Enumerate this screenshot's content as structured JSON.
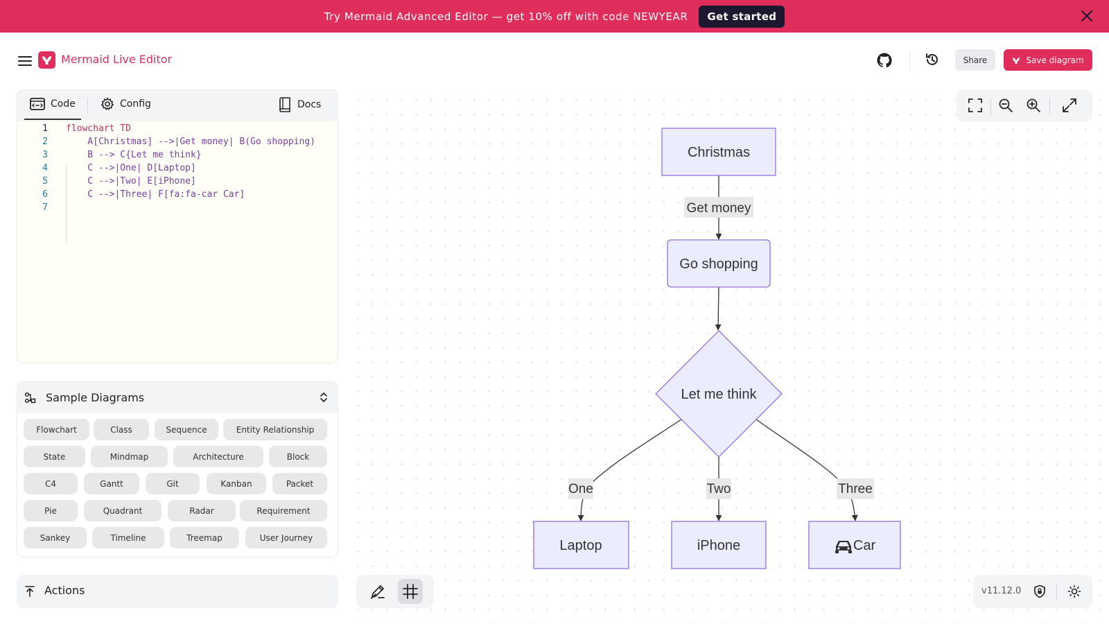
{
  "banner": {
    "text": "Try Mermaid Advanced Editor — get 10% off with code NEWYEAR",
    "cta": "Get started"
  },
  "header": {
    "title": "Mermaid Live Editor",
    "share_label": "Share",
    "save_label": "Save diagram"
  },
  "editor": {
    "tabs": {
      "code": "Code",
      "config": "Config",
      "docs": "Docs"
    },
    "line_numbers": [
      "1",
      "2",
      "3",
      "4",
      "5",
      "6",
      "7"
    ],
    "lines": [
      "flowchart TD",
      "    A[Christmas] -->|Get money| B(Go shopping)",
      "    B --> C{Let me think}",
      "    C -->|One| D[Laptop]",
      "    C -->|Two| E[iPhone]",
      "    C -->|Three| F[fa:fa-car Car]",
      ""
    ]
  },
  "samples": {
    "title": "Sample Diagrams",
    "chips": [
      "Flowchart",
      "Class",
      "Sequence",
      "Entity Relationship",
      "State",
      "Mindmap",
      "Architecture",
      "Block",
      "C4",
      "Gantt",
      "Git",
      "Kanban",
      "Packet",
      "Pie",
      "Quadrant",
      "Radar",
      "Requirement",
      "Sankey",
      "Timeline",
      "Treemap",
      "User Journey"
    ]
  },
  "actions": {
    "label": "Actions"
  },
  "diagram": {
    "nodes": {
      "a": "Christmas",
      "b": "Go shopping",
      "c": "Let me think",
      "d": "Laptop",
      "e": "iPhone",
      "f": "Car"
    },
    "edge_labels": {
      "ab": "Get money",
      "cd": "One",
      "ce": "Two",
      "cf": "Three"
    }
  },
  "footer": {
    "version": "v11.12.0"
  },
  "colors": {
    "accent": "#e02e5c",
    "node_fill": "#ececff",
    "node_stroke": "#9370db"
  }
}
